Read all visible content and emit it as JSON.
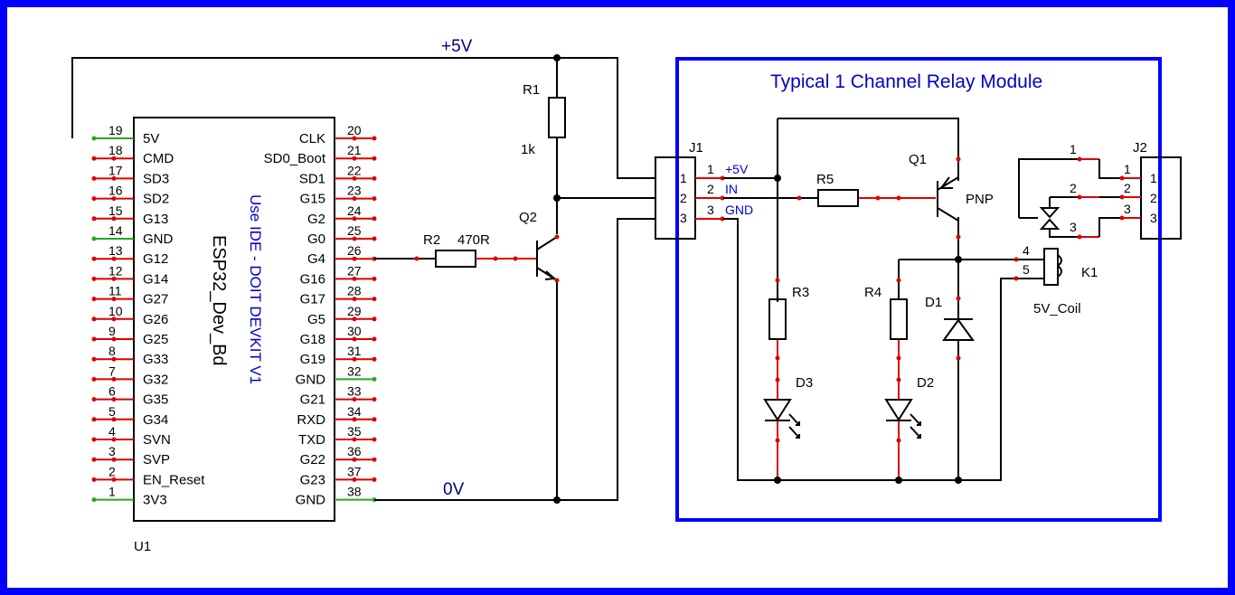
{
  "colors": {
    "border": "#0000ff",
    "wire": "#000000",
    "pin": "#dd0000",
    "power_pin": "#22aa22",
    "blue_text": "#0000cc"
  },
  "nets": {
    "vcc": "+5V",
    "gnd": "0V"
  },
  "u1": {
    "ref": "U1",
    "name": "ESP32_Dev_Bd",
    "note": "Use IDE - DOIT DEVKIT V1",
    "left_pins": [
      {
        "num": "19",
        "label": "5V",
        "power": true
      },
      {
        "num": "18",
        "label": "CMD",
        "power": false
      },
      {
        "num": "17",
        "label": "SD3",
        "power": false
      },
      {
        "num": "16",
        "label": "SD2",
        "power": false
      },
      {
        "num": "15",
        "label": "G13",
        "power": false
      },
      {
        "num": "14",
        "label": "GND",
        "power": true
      },
      {
        "num": "13",
        "label": "G12",
        "power": false
      },
      {
        "num": "12",
        "label": "G14",
        "power": false
      },
      {
        "num": "11",
        "label": "G27",
        "power": false
      },
      {
        "num": "10",
        "label": "G26",
        "power": false
      },
      {
        "num": "9",
        "label": "G25",
        "power": false
      },
      {
        "num": "8",
        "label": "G33",
        "power": false
      },
      {
        "num": "7",
        "label": "G32",
        "power": false
      },
      {
        "num": "6",
        "label": "G35",
        "power": false
      },
      {
        "num": "5",
        "label": "G34",
        "power": false
      },
      {
        "num": "4",
        "label": "SVN",
        "power": false
      },
      {
        "num": "3",
        "label": "SVP",
        "power": false
      },
      {
        "num": "2",
        "label": "EN_Reset",
        "power": false
      },
      {
        "num": "1",
        "label": "3V3",
        "power": true
      }
    ],
    "right_pins": [
      {
        "num": "20",
        "label": "CLK",
        "power": false
      },
      {
        "num": "21",
        "label": "SD0_Boot",
        "power": false
      },
      {
        "num": "22",
        "label": "SD1",
        "power": false
      },
      {
        "num": "23",
        "label": "G15",
        "power": false
      },
      {
        "num": "24",
        "label": "G2",
        "power": false
      },
      {
        "num": "25",
        "label": "G0",
        "power": false
      },
      {
        "num": "26",
        "label": "G4",
        "power": false
      },
      {
        "num": "27",
        "label": "G16",
        "power": false
      },
      {
        "num": "28",
        "label": "G17",
        "power": false
      },
      {
        "num": "29",
        "label": "G5",
        "power": false
      },
      {
        "num": "30",
        "label": "G18",
        "power": false
      },
      {
        "num": "31",
        "label": "G19",
        "power": false
      },
      {
        "num": "32",
        "label": "GND",
        "power": true
      },
      {
        "num": "33",
        "label": "G21",
        "power": false
      },
      {
        "num": "34",
        "label": "RXD",
        "power": false
      },
      {
        "num": "35",
        "label": "TXD",
        "power": false
      },
      {
        "num": "36",
        "label": "G22",
        "power": false
      },
      {
        "num": "37",
        "label": "G23",
        "power": false
      },
      {
        "num": "38",
        "label": "GND",
        "power": true
      }
    ]
  },
  "r1": {
    "ref": "R1",
    "value": "1k"
  },
  "r2": {
    "ref": "R2",
    "value": "470R"
  },
  "q2": {
    "ref": "Q2"
  },
  "module": {
    "title": "Typical 1 Channel Relay Module"
  },
  "j1": {
    "ref": "J1",
    "pins": [
      {
        "num": "1",
        "inner": "1",
        "signal": "+5V"
      },
      {
        "num": "2",
        "inner": "2",
        "signal": "IN"
      },
      {
        "num": "3",
        "inner": "3",
        "signal": "GND"
      }
    ]
  },
  "r5": {
    "ref": "R5"
  },
  "q1": {
    "ref": "Q1",
    "type": "PNP"
  },
  "r3": {
    "ref": "R3"
  },
  "r4": {
    "ref": "R4"
  },
  "d1": {
    "ref": "D1"
  },
  "d2": {
    "ref": "D2"
  },
  "d3": {
    "ref": "D3"
  },
  "k1": {
    "ref": "K1",
    "value": "5V_Coil",
    "pins": [
      "1",
      "2",
      "3",
      "4",
      "5"
    ]
  },
  "j2": {
    "ref": "J2",
    "pins": [
      "1",
      "2",
      "3"
    ]
  }
}
